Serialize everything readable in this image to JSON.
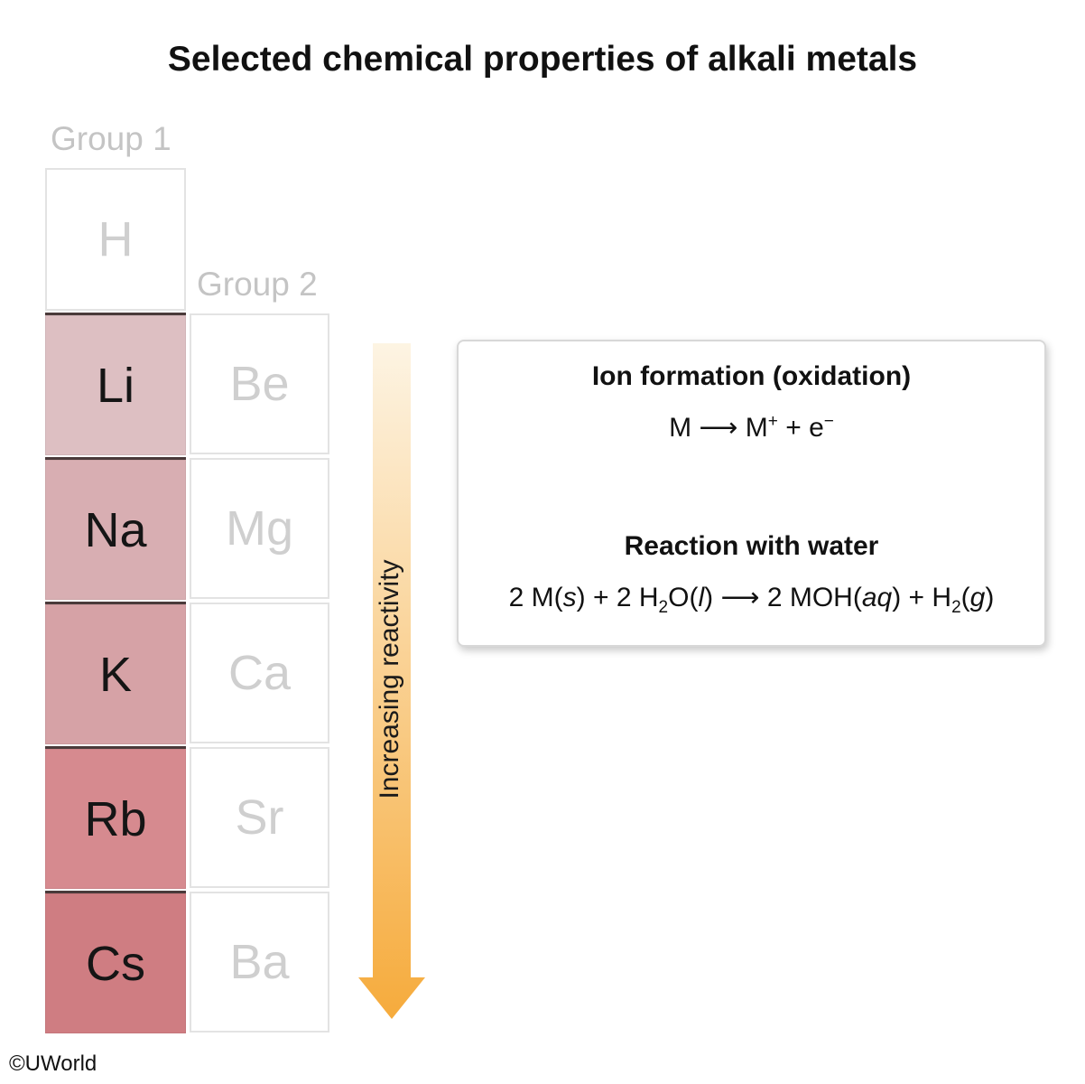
{
  "title": "Selected chemical properties of alkali metals",
  "groups": {
    "group1_label": "Group 1",
    "group2_label": "Group 2"
  },
  "group1_elements": [
    "H",
    "Li",
    "Na",
    "K",
    "Rb",
    "Cs"
  ],
  "group2_elements": [
    "Be",
    "Mg",
    "Ca",
    "Sr",
    "Ba"
  ],
  "alkali_colors": [
    "#ddbfc2",
    "#d8aeb2",
    "#d6a2a6",
    "#d68a8f",
    "#cf7d82"
  ],
  "arrow": {
    "label": "Increasing reactivity",
    "color_top": "#fdf4e3",
    "color_bottom": "#f6ab3c"
  },
  "box": {
    "ion_heading": "Ion formation (oxidation)",
    "ion_equation": {
      "reactant": "M",
      "arrow": "⟶",
      "product": "M",
      "product_charge": "+",
      "plus": "+",
      "electron": "e",
      "electron_charge": "−"
    },
    "water_heading": "Reaction with water",
    "water_equation": {
      "coef1": "2 M(",
      "state1": "s",
      "close1": ")",
      "plus1": "+",
      "coef2": "2 H",
      "sub2": "2",
      "o2": "O(",
      "state2": "l",
      "close2": ")",
      "arrow": "⟶",
      "coef3": "2 MOH(",
      "state3": "aq",
      "close3": ")",
      "plus2": "+",
      "h": "H",
      "sub4": "2",
      "open4": "(",
      "state4": "g",
      "close4": ")"
    }
  },
  "copyright": "©UWorld"
}
